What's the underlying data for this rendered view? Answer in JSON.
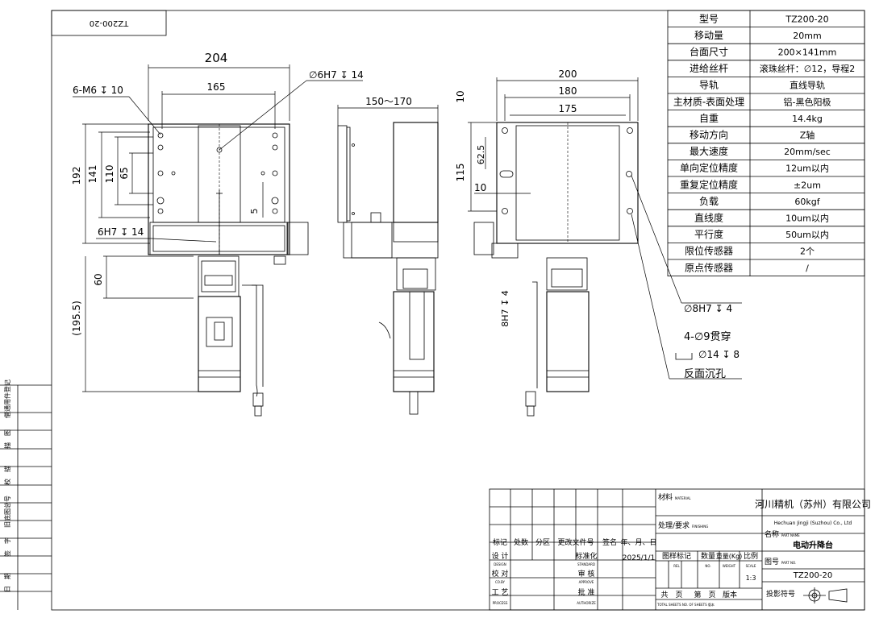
{
  "corner_label": "TZ200-20",
  "front_view": {
    "dim_top_outer": "204",
    "dim_top_inner": "165",
    "dim_hole_label": "6-M6",
    "dim_hole_depth": "10",
    "dim_center_hole": "∅6H7",
    "dim_center_depth": "14",
    "dim_left_192": "192",
    "dim_left_141": "141",
    "dim_left_110": "110",
    "dim_left_65": "65",
    "dim_small_5": "5",
    "dim_bottom_hole": "6H7",
    "dim_bottom_depth": "14",
    "dim_60": "60",
    "dim_195_5": "(195.5)"
  },
  "side_view": {
    "dim_range": "150～170",
    "dim_8h7": "8H7",
    "dim_8h7_depth": "4"
  },
  "right_view": {
    "dim_200": "200",
    "dim_180": "180",
    "dim_175": "175",
    "dim_10_top": "10",
    "dim_62_5": "62.5",
    "dim_115": "115",
    "dim_10_left": "10",
    "callout_8h7": "∅8H7",
    "callout_8h7_depth": "4",
    "callout_4x9": "4-∅9贯穿",
    "callout_14": "∅14",
    "callout_14_depth": "8",
    "callout_back": "反面沉孔"
  },
  "spec_table": {
    "rows": [
      {
        "label": "型号",
        "value": "TZ200-20"
      },
      {
        "label": "移动量",
        "value": "20mm"
      },
      {
        "label": "台面尺寸",
        "value": "200×141mm"
      },
      {
        "label": "进给丝杆",
        "value": "滚珠丝杆：∅12，导程2"
      },
      {
        "label": "导轨",
        "value": "直线导轨"
      },
      {
        "label": "主材质-表面处理",
        "value": "铝-黑色阳极"
      },
      {
        "label": "自重",
        "value": "14.4kg"
      },
      {
        "label": "移动方向",
        "value": "Z轴"
      },
      {
        "label": "最大速度",
        "value": "20mm/sec"
      },
      {
        "label": "单向定位精度",
        "value": "12um以内"
      },
      {
        "label": "重复定位精度",
        "value": "±2um"
      },
      {
        "label": "负载",
        "value": "60kgf"
      },
      {
        "label": "直线度",
        "value": "10um以内"
      },
      {
        "label": "平行度",
        "value": "50um以内"
      },
      {
        "label": "限位传感器",
        "value": "2个"
      },
      {
        "label": "原点传感器",
        "value": "/"
      }
    ]
  },
  "side_strip": {
    "items": [
      "借通用件登记",
      "描　图",
      "校　描",
      "旧底图总号",
      "签　字",
      "日　期"
    ]
  },
  "title_block": {
    "material": "材料",
    "material_en": "MATERIAL",
    "finishing": "处理/要求",
    "finishing_en": "FINISHING",
    "company_cn": "河川精机（苏州）有限公司",
    "company_en": "Hechuan Jingji (Suzhou) Co., Ltd",
    "name_label": "名称",
    "name_label_en": "PART NAME",
    "part_name": "电动升降台",
    "part_no_label": "图号",
    "part_no_label_en": "PART NO.",
    "part_no": "TZ200-20",
    "projection_label": "投影符号",
    "h_mark": "标记",
    "h_count": "处数",
    "h_zone": "分区",
    "h_doc": "更改文件号",
    "h_sign": "签名",
    "h_date": "年、月、日",
    "r_design": "设 计",
    "r_design_en": "DESIGN",
    "r_standard": "标准化",
    "r_standard_en": "STANDARD",
    "r_date_value": "2025/1/1",
    "r_check": "校 对",
    "r_check_en": "CO.BY",
    "r_approve": "审 核",
    "r_approve_en": "APPROVE",
    "r_process": "工 艺",
    "r_process_en": "PROCESS",
    "r_authorize": "批 准",
    "r_authorize_en": "AUTHORIZE",
    "stage_mark": "图样标记",
    "stage_mark_en": "REL",
    "qty": "数量",
    "qty_en": "NO.",
    "weight": "重量(Kg)",
    "weight_en": "WEIGHT",
    "scale": "比例",
    "scale_en": "SCALE",
    "scale_value": "1:3",
    "sheets_total": "共　页",
    "sheets_no": "第　页",
    "version": "版本",
    "sheets_en": "TOTAL SHEETS  NO. OF SHEETS  版本"
  }
}
